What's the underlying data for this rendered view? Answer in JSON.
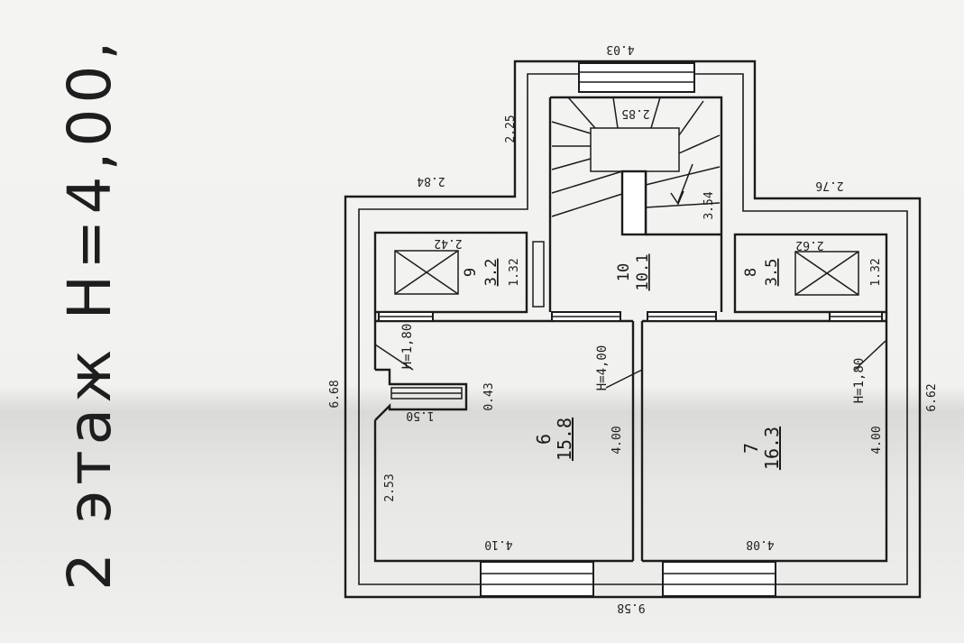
{
  "title": "2 этаж  H=4,00,",
  "dimensions": {
    "top": "4.03",
    "stair_top": "2.85",
    "stair_side": "2.25",
    "left_top": "2.84",
    "right_top": "2.76",
    "stair_width": "3.54",
    "left_height": "6.68",
    "right_height": "6.62",
    "bottom_total": "9.58",
    "room6_bottom": "4.10",
    "room7_bottom": "4.08",
    "room6_side": "2.53",
    "room6_right": "4.00",
    "room7_right": "4.00",
    "niche_w": "1.50",
    "niche_d": "0.43"
  },
  "rooms": [
    {
      "number": "9",
      "area": "3.2",
      "w": "2.42",
      "d": "1.32"
    },
    {
      "number": "10",
      "area": "10.1"
    },
    {
      "number": "8",
      "area": "3.5",
      "w": "2.62",
      "d": "1.32"
    },
    {
      "number": "6",
      "area": "15.8"
    },
    {
      "number": "7",
      "area": "16.3"
    }
  ],
  "heights": {
    "left_ceiling": "H=1,80",
    "middle_ceiling": "H=4,00",
    "right_ceiling": "H=1,80"
  }
}
